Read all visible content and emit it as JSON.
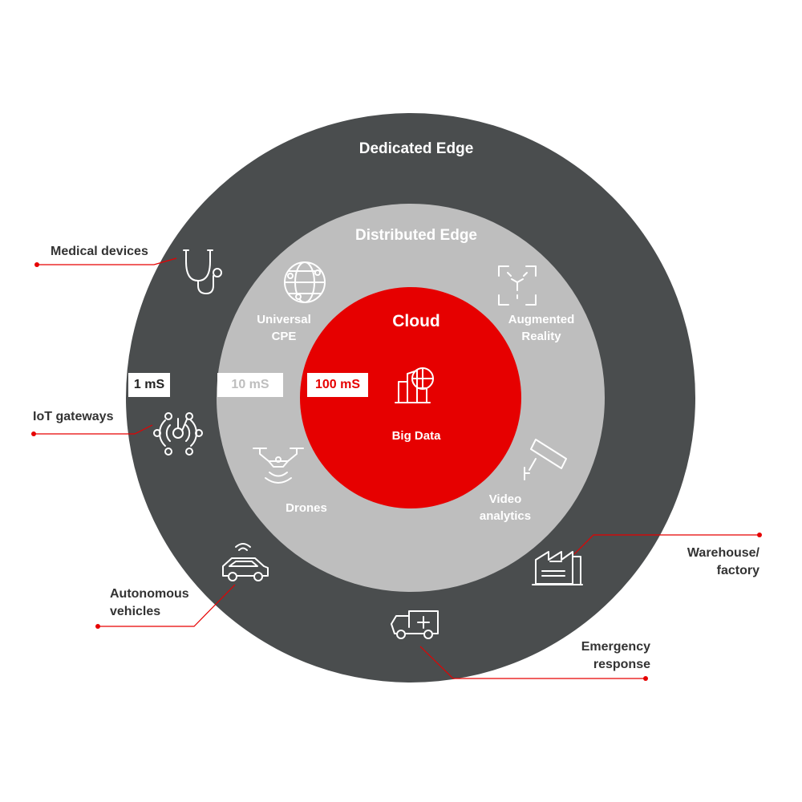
{
  "rings": {
    "dedicated": {
      "title": "Dedicated Edge",
      "latency": "1 mS",
      "color": "#4a4d4e"
    },
    "distributed": {
      "title": "Distributed Edge",
      "latency": "10 mS",
      "color": "#bebebe"
    },
    "cloud": {
      "title": "Cloud",
      "latency": "100 mS",
      "color": "#e60000",
      "center_label": "Big Data"
    }
  },
  "distributed_items": {
    "universal_cpe": [
      "Universal",
      "CPE"
    ],
    "augmented_reality": [
      "Augmented",
      "Reality"
    ],
    "drones": [
      "Drones"
    ],
    "video_analytics": [
      "Video",
      "analytics"
    ]
  },
  "external_items": {
    "medical_devices": [
      "Medical devices"
    ],
    "iot_gateways": [
      "IoT gateways"
    ],
    "autonomous_vehicles": [
      "Autonomous",
      "vehicles"
    ],
    "warehouse_factory": [
      "Warehouse/",
      "factory"
    ],
    "emergency_response": [
      "Emergency",
      "response"
    ]
  },
  "icons": {
    "medical_devices": "stethoscope-icon",
    "iot_gateways": "iot-network-icon",
    "autonomous_vehicles": "connected-car-icon",
    "warehouse_factory": "factory-icon",
    "emergency_response": "ambulance-icon",
    "universal_cpe": "globe-icon",
    "augmented_reality": "ar-scan-icon",
    "drones": "drone-icon",
    "video_analytics": "cctv-camera-icon",
    "big_data": "city-globe-icon"
  },
  "colors": {
    "accent_red": "#e60000",
    "dark_grey": "#4a4d4e",
    "light_grey": "#bebebe",
    "leader_line": "#e60000"
  }
}
